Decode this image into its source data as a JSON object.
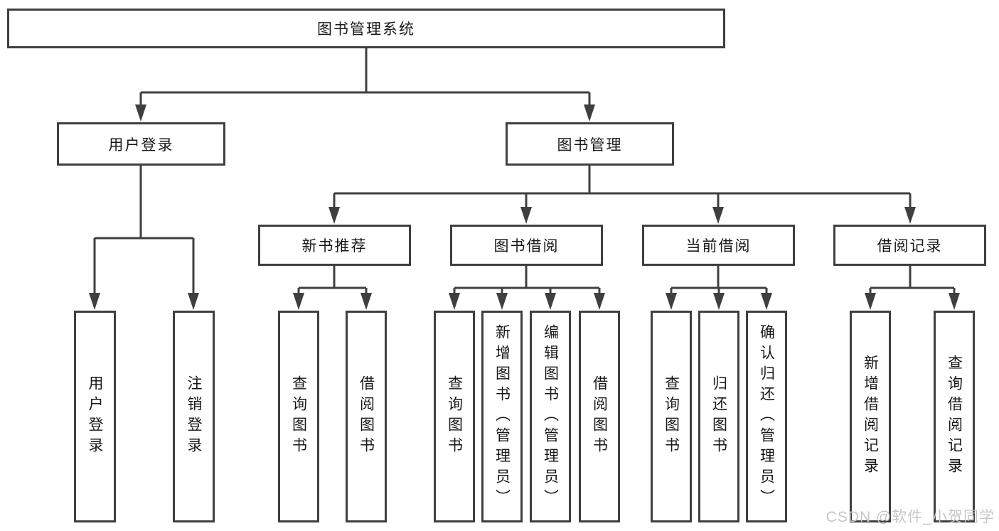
{
  "diagram": {
    "title": "图书管理系统",
    "colors": {
      "line": "#3f3f3f",
      "box_border": "#3f3f3f",
      "box_background": "#ffffff",
      "text": "#18181a",
      "watermark": "#c5c2c5"
    },
    "tree": {
      "root": {
        "label": "图书管理系统",
        "children": [
          {
            "label": "用户登录",
            "children": [
              {
                "label": "用户登录"
              },
              {
                "label": "注销登录"
              }
            ]
          },
          {
            "label": "图书管理",
            "children": [
              {
                "label": "新书推荐",
                "children": [
                  {
                    "label": "查询图书"
                  },
                  {
                    "label": "借阅图书"
                  }
                ]
              },
              {
                "label": "图书借阅",
                "children": [
                  {
                    "label": "查询图书"
                  },
                  {
                    "label": "新增图书（管理员）"
                  },
                  {
                    "label": "编辑图书（管理员）"
                  },
                  {
                    "label": "借阅图书"
                  }
                ]
              },
              {
                "label": "当前借阅",
                "children": [
                  {
                    "label": "查询图书"
                  },
                  {
                    "label": "归还图书"
                  },
                  {
                    "label": "确认归还（管理员）"
                  }
                ]
              },
              {
                "label": "借阅记录",
                "children": [
                  {
                    "label": "新增借阅记录"
                  },
                  {
                    "label": "查询借阅记录"
                  }
                ]
              }
            ]
          }
        ]
      }
    },
    "watermark": {
      "text": "CSDN @软件_小贺同学"
    }
  }
}
